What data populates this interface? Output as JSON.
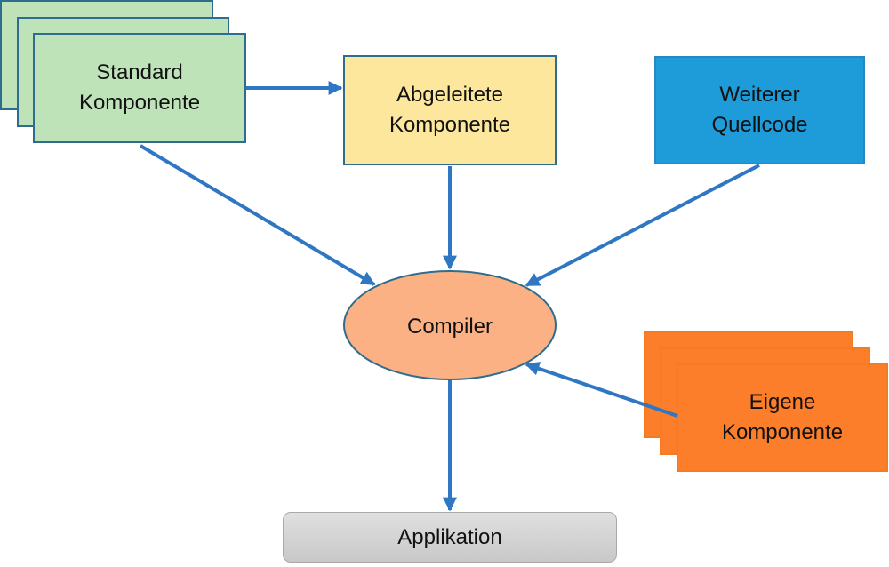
{
  "nodes": {
    "standard": "Standard\nKomponente",
    "derived": "Abgeleitete\nKomponente",
    "other_source": "Weiterer\nQuellcode",
    "compiler": "Compiler",
    "own": "Eigene\nKomponente",
    "application": "Applikation"
  },
  "colors": {
    "arrow": "#2f77c3",
    "standard_fill": "#bfe3b9",
    "derived_fill": "#fde79d",
    "other_source_fill": "#1e9bd9",
    "compiler_fill": "#fbb184",
    "own_fill": "#fd7e2a",
    "application_fill": "#cfcfcf"
  }
}
